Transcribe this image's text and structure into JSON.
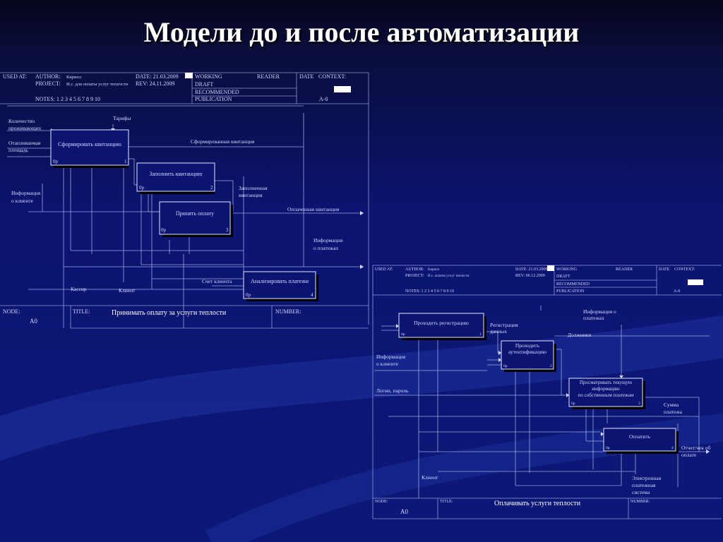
{
  "slide": {
    "title": "Модели до и после автоматизации"
  },
  "left_diagram": {
    "header": {
      "used_at": "USED AT:",
      "author": "AUTHOR:",
      "author_val": "Кирилл",
      "project": "PROJECT:",
      "project_val": "И.с. для оплаты услуг теплости",
      "notes": "NOTES: 1 2 3 4 5 6 7 8 9 10",
      "date": "DATE: 21.03.2009",
      "rev": "REV: 24.11.2009",
      "working": "WORKING",
      "draft": "DRAFT",
      "recommended": "RECOMMENDED",
      "publication": "PUBLICATION",
      "reader": "READER",
      "date2": "DATE",
      "context": "CONTEXT:",
      "a0": "A-0"
    },
    "boxes": [
      {
        "label": "Сформировать квитанцию",
        "id": "0р",
        "num": "1"
      },
      {
        "label": "Заполнить квитанцию",
        "id": "0р",
        "num": "2"
      },
      {
        "label": "Принять оплату",
        "id": "0р",
        "num": "3"
      },
      {
        "label": "Анализировать платежи",
        "id": "0р",
        "num": "4"
      }
    ],
    "labels": {
      "count": "Количество\nпроживающих",
      "tariffs": "Тарифы",
      "area": "Отапливаемая\nплощадь",
      "formed": "Сформированная квитанция",
      "info_client": "Информация\nо клиенте",
      "filled": "Заполненная\nквитанция",
      "paid": "Оплаченная квитанция",
      "info_pay": "Информация\nо платежах",
      "account": "Счет клиента",
      "cashier": "Кассир",
      "client": "Клиент"
    },
    "footer": {
      "node": "NODE:",
      "node_val": "A0",
      "title": "TITLE:",
      "title_val": "Принимать оплату за услуги теплости",
      "number": "NUMBER:"
    }
  },
  "right_diagram": {
    "header": {
      "used_at": "USED AT:",
      "author": "AUTHOR:",
      "author_val": "Кирилл",
      "project": "PROJECT:",
      "project_val": "И.с. оплаты услуг теплости",
      "notes": "NOTES: 1 2 3 4 5 6 7 8 9 10",
      "date": "DATE: 21.03.2009",
      "rev": "REV: 06.12.2009",
      "working": "WORKING",
      "draft": "DRAFT",
      "recommended": "RECOMMENDED",
      "publication": "PUBLICATION",
      "reader": "READER",
      "date2": "DATE",
      "context": "CONTEXT:",
      "a0": "A-0"
    },
    "boxes": [
      {
        "label": "Проходить регистрацию",
        "id": "0р",
        "num": "1"
      },
      {
        "label": "Проходить\nаутентификацию",
        "id": "0р",
        "num": "2"
      },
      {
        "label": "Просматривать текущую\nинформацию\nпо собственным платежам",
        "id": "0р",
        "num": "3"
      },
      {
        "label": "Оплатить",
        "id": "0р",
        "num": "4"
      }
    ],
    "labels": {
      "reg_data": "Регистрация\nданных",
      "info_pay": "Информация о\nплатежах",
      "debtors": "Должники",
      "info_client": "Информация\nо клиенте",
      "login": "Логин, пароль",
      "sum": "Сумма\nплатежа",
      "report": "Отчет/чек об\nоплате",
      "client": "Клиент",
      "epay": "Электронная\nплатежная\nсистема"
    },
    "footer": {
      "node": "NODE:",
      "node_val": "A0",
      "title": "TITLE:",
      "title_val": "Оплачивать услуги теплости",
      "number": "NUMBER:"
    }
  }
}
